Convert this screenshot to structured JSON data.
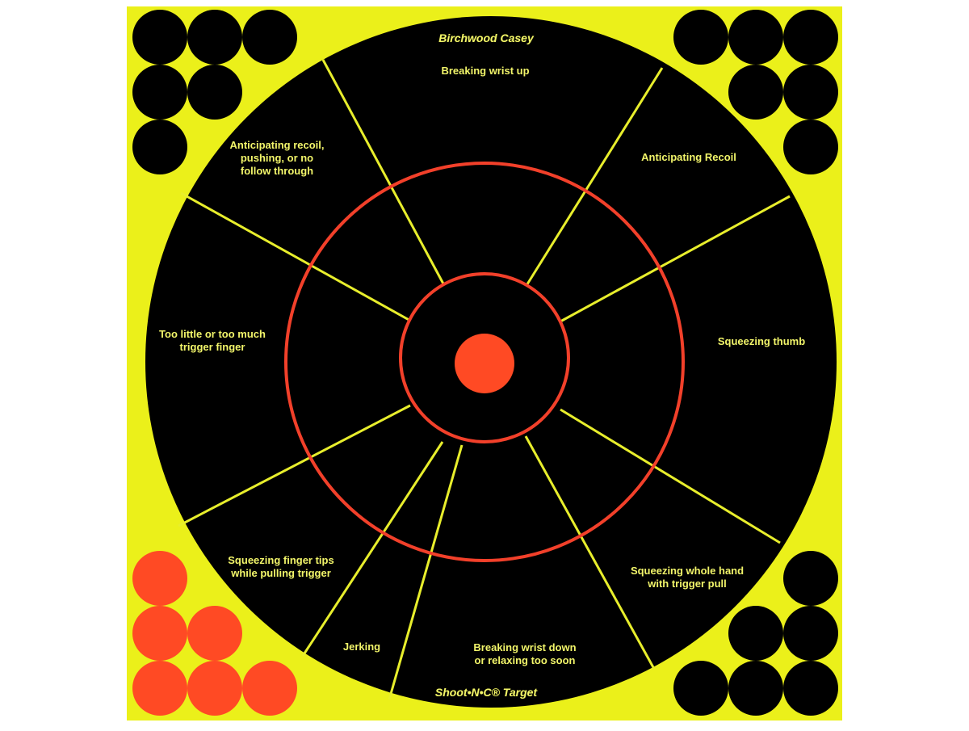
{
  "target": {
    "brand_top": "Birchwood Casey",
    "brand_bottom": "Shoot•N•C® Target",
    "colors": {
      "background": "#ebf01a",
      "target_fill": "#000000",
      "divider_line": "#e8ee2c",
      "ring": "#f2402a",
      "bullseye": "#ff4a24",
      "pasters_orange": "#ff4a24",
      "pasters_black": "#000000"
    },
    "zones": [
      {
        "id": "breaking-wrist-up",
        "lines": [
          "Breaking wrist up"
        ]
      },
      {
        "id": "anticipating-recoil",
        "lines": [
          "Anticipating Recoil"
        ]
      },
      {
        "id": "squeezing-thumb",
        "lines": [
          "Squeezing thumb"
        ]
      },
      {
        "id": "squeezing-whole-hand",
        "lines": [
          "Squeezing whole hand",
          "with trigger pull"
        ]
      },
      {
        "id": "breaking-wrist-down",
        "lines": [
          "Breaking wrist down",
          "or relaxing too soon"
        ]
      },
      {
        "id": "jerking",
        "lines": [
          "Jerking"
        ]
      },
      {
        "id": "squeezing-finger-tips",
        "lines": [
          "Squeezing finger tips",
          "while pulling trigger"
        ]
      },
      {
        "id": "trigger-finger",
        "lines": [
          "Too little or too much",
          "trigger finger"
        ]
      },
      {
        "id": "anticipating-recoil-pushing",
        "lines": [
          "Anticipating recoil,",
          "pushing, or no",
          "follow through"
        ]
      }
    ]
  }
}
